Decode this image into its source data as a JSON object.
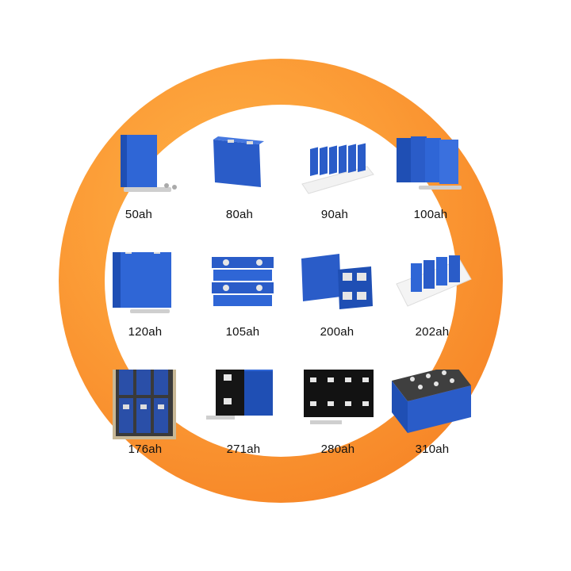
{
  "accent": "#f7902a",
  "cell_blue": "#2b5fcc",
  "products": [
    {
      "label": "50ah",
      "icon": "single-tall-cell"
    },
    {
      "label": "80ah",
      "icon": "single-wide-cell"
    },
    {
      "label": "90ah",
      "icon": "cell-row-in-tray"
    },
    {
      "label": "100ah",
      "icon": "stacked-tall-cells"
    },
    {
      "label": "120ah",
      "icon": "single-tall-cell"
    },
    {
      "label": "105ah",
      "icon": "stacked-flat-cells"
    },
    {
      "label": "200ah",
      "icon": "prismatic-cell-pair"
    },
    {
      "label": "202ah",
      "icon": "cells-in-foam-tray"
    },
    {
      "label": "176ah",
      "icon": "cells-in-box"
    },
    {
      "label": "271ah",
      "icon": "black-top-cell-pair"
    },
    {
      "label": "280ah",
      "icon": "black-top-cell-four"
    },
    {
      "label": "310ah",
      "icon": "blue-cell-four-angled"
    }
  ]
}
